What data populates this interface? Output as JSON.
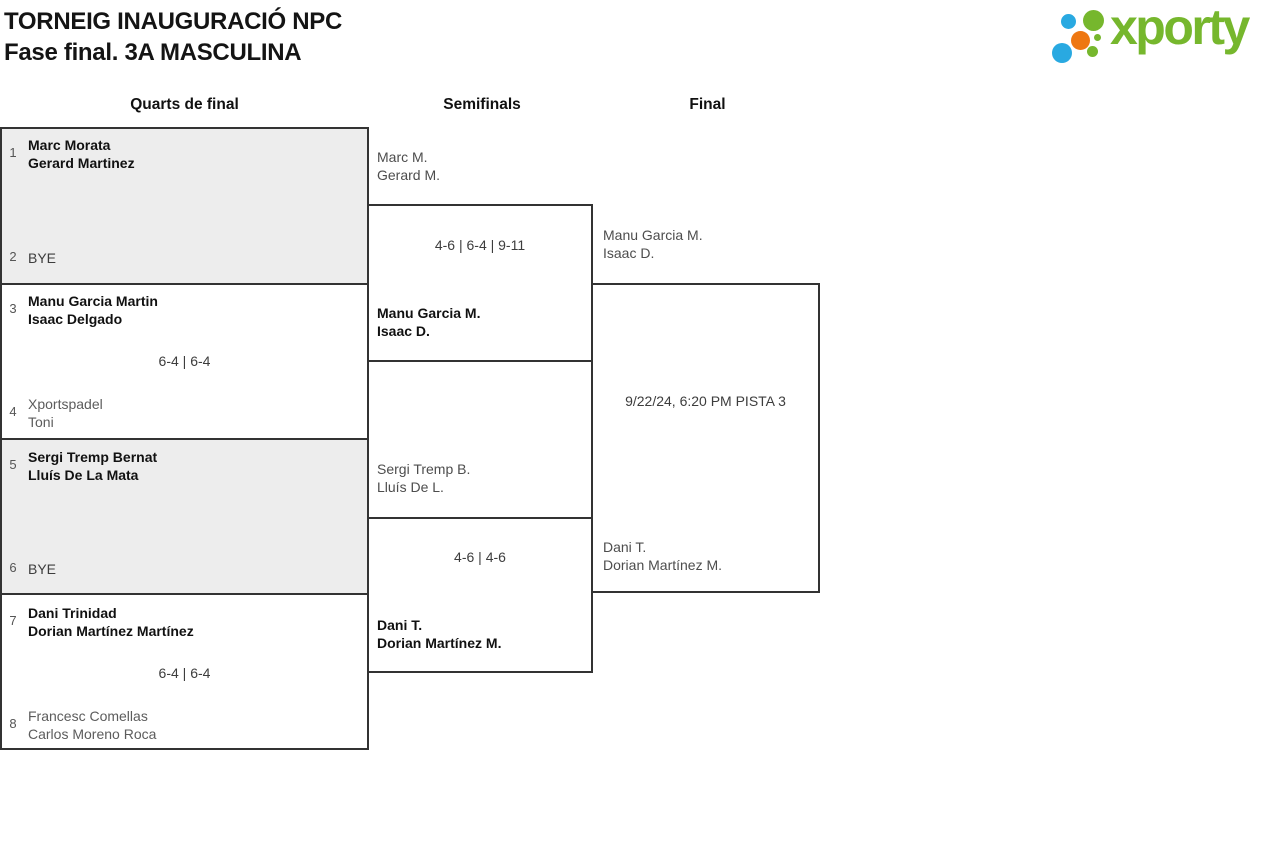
{
  "header": {
    "title_line1": "TORNEIG INAUGURACIÓ NPC",
    "title_line2": "Fase final. 3A MASCULINA"
  },
  "logo": {
    "text": "xporty",
    "brand_colors": {
      "green": "#76b72d",
      "blue": "#29a9e1",
      "orange": "#ee7711"
    }
  },
  "colors": {
    "box_border": "#333333",
    "bye_match_fill": "#ededed",
    "winner_text": "#111111",
    "secondary_text": "#5c5c5c"
  },
  "rounds": {
    "quarterfinals_label": "Quarts de final",
    "semifinals_label": "Semifinals",
    "final_label": "Final"
  },
  "bracket": {
    "quarterfinals": [
      {
        "seed_a": "1",
        "team_a": [
          "Marc Morata",
          "Gerard Martinez"
        ],
        "seed_b": "2",
        "team_b": [
          "BYE"
        ],
        "score": "",
        "winner": "a",
        "bye": true
      },
      {
        "seed_a": "3",
        "team_a": [
          "Manu Garcia Martin",
          "Isaac Delgado"
        ],
        "seed_b": "4",
        "team_b": [
          "Xportspadel",
          "Toni"
        ],
        "score": "6-4 | 6-4",
        "winner": "a",
        "bye": false
      },
      {
        "seed_a": "5",
        "team_a": [
          "Sergi Tremp Bernat",
          "Lluís De La Mata"
        ],
        "seed_b": "6",
        "team_b": [
          "BYE"
        ],
        "score": "",
        "winner": "a",
        "bye": true
      },
      {
        "seed_a": "7",
        "team_a": [
          "Dani Trinidad",
          "Dorian Martínez Martínez"
        ],
        "seed_b": "8",
        "team_b": [
          "Francesc Comellas",
          "Carlos Moreno Roca"
        ],
        "score": "6-4 | 6-4",
        "winner": "a",
        "bye": false
      }
    ],
    "semifinals": [
      {
        "team_a": [
          "Marc M.",
          "Gerard M."
        ],
        "team_b": [
          "Manu Garcia M.",
          "Isaac D."
        ],
        "score": "4-6 | 6-4 | 9-11",
        "winner": "b"
      },
      {
        "team_a": [
          "Sergi Tremp B.",
          "Lluís De L."
        ],
        "team_b": [
          "Dani T.",
          "Dorian Martínez M."
        ],
        "score": "4-6 | 4-6",
        "winner": "b"
      }
    ],
    "final": {
      "team_a": [
        "Manu Garcia M.",
        "Isaac D."
      ],
      "team_b": [
        "Dani T.",
        "Dorian Martínez M."
      ],
      "schedule": "9/22/24, 6:20 PM PISTA 3"
    }
  }
}
